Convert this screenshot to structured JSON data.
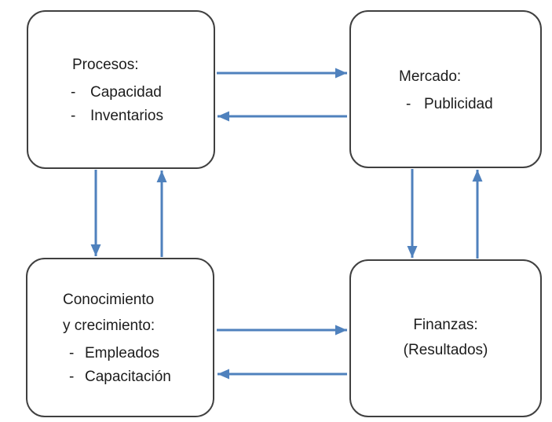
{
  "diagram": {
    "colors": {
      "arrow": "#4f81bd",
      "border": "#404040",
      "text": "#1c1c1c",
      "background": "#ffffff"
    },
    "boxes": {
      "procesos": {
        "title": "Procesos:",
        "items": [
          {
            "bullet": "-",
            "label": "Capacidad"
          },
          {
            "bullet": "-",
            "label": "Inventarios"
          }
        ]
      },
      "mercado": {
        "title": "Mercado:",
        "items": [
          {
            "bullet": "-",
            "label": "Publicidad"
          }
        ]
      },
      "conocimiento": {
        "title_lines": [
          "Conocimiento",
          "y crecimiento:"
        ],
        "items": [
          {
            "bullet": "-",
            "label": "Empleados"
          },
          {
            "bullet": "-",
            "label": "Capacitación"
          }
        ]
      },
      "finanzas": {
        "title": "Finanzas:",
        "subtitle": "(Resultados)"
      }
    },
    "connections": [
      {
        "from": "Procesos",
        "to": "Mercado"
      },
      {
        "from": "Mercado",
        "to": "Procesos"
      },
      {
        "from": "Procesos",
        "to": "Conocimiento y crecimiento"
      },
      {
        "from": "Conocimiento y crecimiento",
        "to": "Procesos"
      },
      {
        "from": "Mercado",
        "to": "Finanzas"
      },
      {
        "from": "Finanzas",
        "to": "Mercado"
      },
      {
        "from": "Conocimiento y crecimiento",
        "to": "Finanzas"
      },
      {
        "from": "Finanzas",
        "to": "Conocimiento y crecimiento"
      }
    ]
  }
}
